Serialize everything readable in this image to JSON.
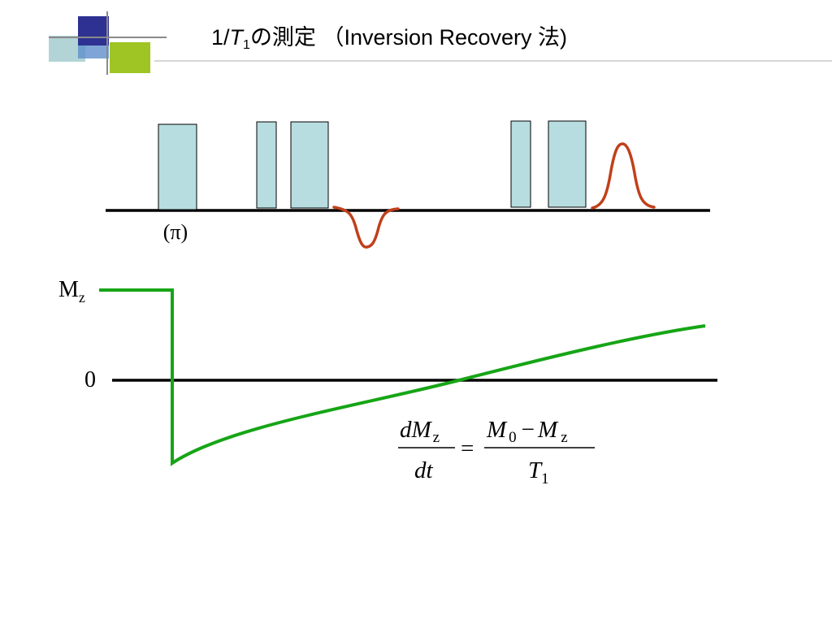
{
  "title": {
    "prefix": "1/",
    "t_symbol": "T",
    "t_subscript": "1",
    "suffix": "の測定 （Inversion Recovery 法)"
  },
  "pulse_sequence": {
    "pi_label": "(π)"
  },
  "magnetization_plot": {
    "y_label": "M",
    "y_label_sub": "z",
    "zero_label": "0"
  },
  "equation": {
    "lhs_numerator": "dM",
    "lhs_numerator_sub": "z",
    "lhs_denominator": "dt",
    "equals": "=",
    "rhs_numerator_a": "M",
    "rhs_numerator_a_sub": "0",
    "minus": "−",
    "rhs_numerator_b": "M",
    "rhs_numerator_b_sub": "z",
    "rhs_denominator": "T",
    "rhs_denominator_sub": "1"
  },
  "colors": {
    "pulse_fill": "#b7dde0",
    "signal": "#c0401a",
    "mz_curve": "#16a516",
    "decor_navy": "#2e3192",
    "decor_lime": "#9ec523",
    "decor_teal": "#7fb7bd"
  }
}
